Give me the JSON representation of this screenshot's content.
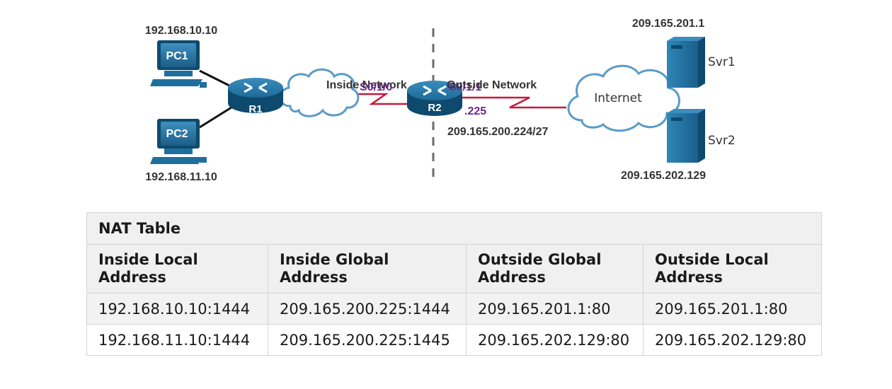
{
  "topology": {
    "pc1": {
      "name": "PC1",
      "ip": "192.168.10.10"
    },
    "pc2": {
      "name": "PC2",
      "ip": "192.168.11.10"
    },
    "r1": {
      "name": "R1"
    },
    "r2": {
      "name": "R2",
      "s0_1_0": "S0/1/0",
      "s0_1_1": "S0/1/1",
      "host_octet": ".225",
      "subnet": "209.165.200.224/27"
    },
    "inside_label": "Inside Network",
    "outside_label": "Outside Network",
    "internet_label": "Internet",
    "svr1": {
      "name": "Svr1",
      "ip": "209.165.201.1"
    },
    "svr2": {
      "name": "Svr2",
      "ip": "209.165.202.129"
    },
    "colors": {
      "device_blue": "#1f6f9e",
      "device_dark": "#0d4a6e",
      "serial_link": "#c8193c",
      "interface_purple": "#6a2a8a",
      "cloud_stroke": "#5b9bc8"
    }
  },
  "nat_table": {
    "title": "NAT Table",
    "headers": [
      "Inside Local Address",
      "Inside Global Address",
      "Outside Global Address",
      "Outside Local Address"
    ],
    "rows": [
      [
        "192.168.10.10:1444",
        "209.165.200.225:1444",
        "209.165.201.1:80",
        "209.165.201.1:80"
      ],
      [
        "192.168.11.10:1444",
        "209.165.200.225:1445",
        "209.165.202.129:80",
        "209.165.202.129:80"
      ]
    ]
  }
}
